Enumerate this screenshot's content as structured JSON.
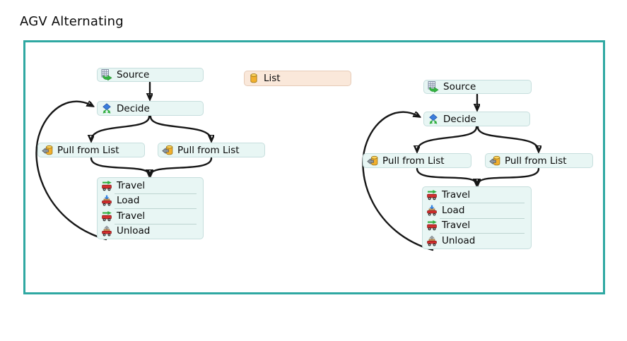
{
  "title": "AGV Alternating",
  "list_block": {
    "label": "List"
  },
  "flows": [
    {
      "name": "left",
      "source": "Source",
      "decide": "Decide",
      "pull_left": "Pull from List",
      "pull_right": "Pull from List",
      "activities": [
        "Travel",
        "Load",
        "Travel",
        "Unload"
      ]
    },
    {
      "name": "right",
      "source": "Source",
      "decide": "Decide",
      "pull_left": "Pull from List",
      "pull_right": "Pull from List",
      "activities": [
        "Travel",
        "Load",
        "Travel",
        "Unload"
      ]
    }
  ],
  "icons": {
    "source": "table-with-green-out-arrow-icon",
    "decide": "blue-diamond-branch-icon",
    "pull_from_list": "gold-cylinder-gray-left-arrow-icon",
    "list": "gold-cylinder-icon",
    "travel": "agv-cart-green-right-arrow-icon",
    "load": "agv-cart-blue-down-arrow-icon",
    "unload": "agv-cart-gray-up-arrow-icon"
  },
  "colors": {
    "frame_border": "#2fa8a2",
    "node_background": "#e8f6f4",
    "node_border": "#c6dedd",
    "list_background": "#fae8da",
    "list_border": "#e6cbb7",
    "arrow": "#161616",
    "icon_green": "#2fae3e",
    "icon_blue": "#3b7ddd",
    "icon_gold": "#f2b02e",
    "icon_red": "#d32f2f",
    "icon_gray": "#8f979f"
  }
}
